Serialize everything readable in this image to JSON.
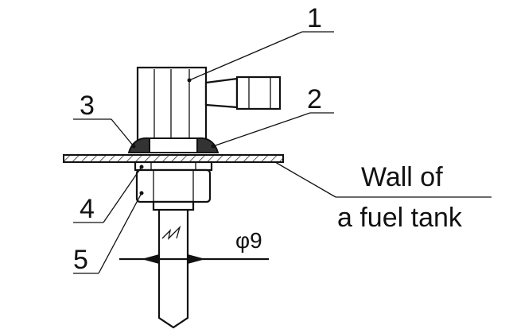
{
  "callouts": [
    {
      "id": "1",
      "text": "1"
    },
    {
      "id": "2",
      "text": "2"
    },
    {
      "id": "3",
      "text": "3"
    },
    {
      "id": "4",
      "text": "4"
    },
    {
      "id": "5",
      "text": "5"
    }
  ],
  "wall_label": {
    "line1": "Wall of",
    "line2": "a fuel tank"
  },
  "dimension": {
    "symbol": "φ",
    "value": "9"
  }
}
